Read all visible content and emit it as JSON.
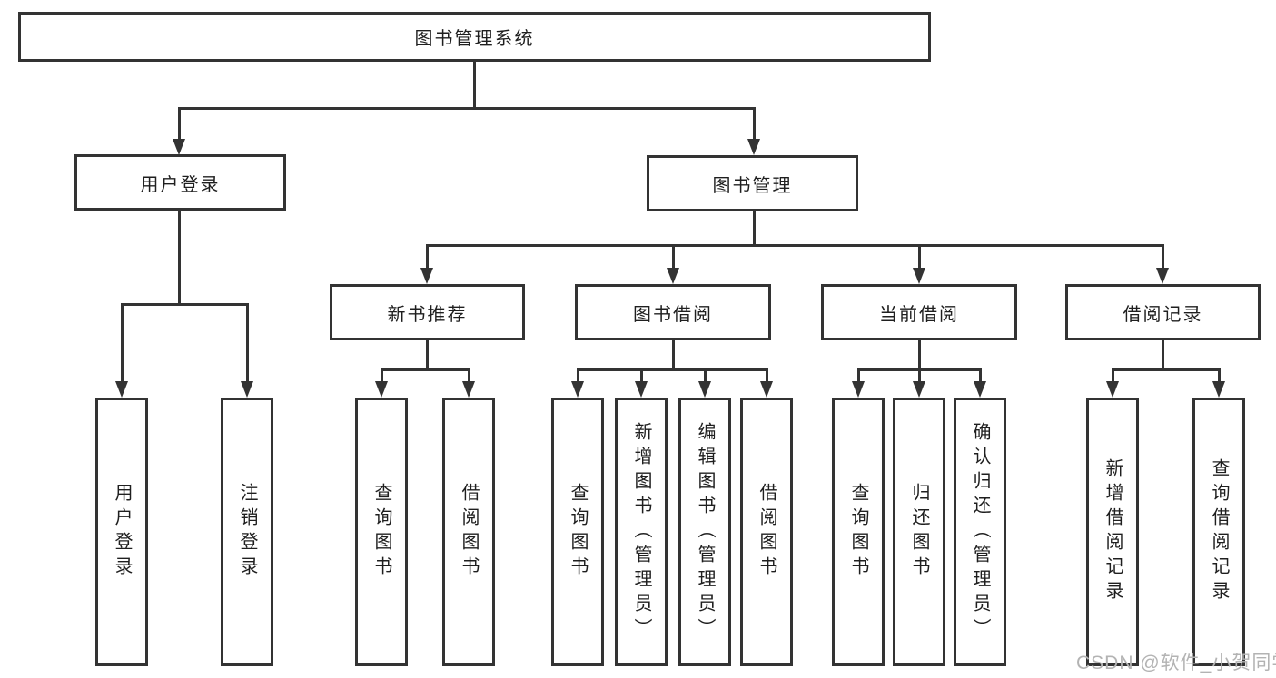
{
  "tree": {
    "label": "图书管理系统",
    "children": [
      {
        "label": "用户登录",
        "children": [
          {
            "label": "用户登录"
          },
          {
            "label": "注销登录"
          }
        ]
      },
      {
        "label": "图书管理",
        "children": [
          {
            "label": "新书推荐",
            "children": [
              {
                "label": "查询图书"
              },
              {
                "label": "借阅图书"
              }
            ]
          },
          {
            "label": "图书借阅",
            "children": [
              {
                "label": "查询图书"
              },
              {
                "label": "新增图书（管理员）"
              },
              {
                "label": "编辑图书（管理员）"
              },
              {
                "label": "借阅图书"
              }
            ]
          },
          {
            "label": "当前借阅",
            "children": [
              {
                "label": "查询图书"
              },
              {
                "label": "归还图书"
              },
              {
                "label": "确认归还（管理员）"
              }
            ]
          },
          {
            "label": "借阅记录",
            "children": [
              {
                "label": "新增借阅记录"
              },
              {
                "label": "查询借阅记录"
              }
            ]
          }
        ]
      }
    ]
  },
  "watermark": "CSDN @软件_小贺同学",
  "colors": {
    "line": "#333333",
    "text": "#1f1f1f",
    "background": "#ffffff",
    "watermark": "#b3b3b3"
  }
}
